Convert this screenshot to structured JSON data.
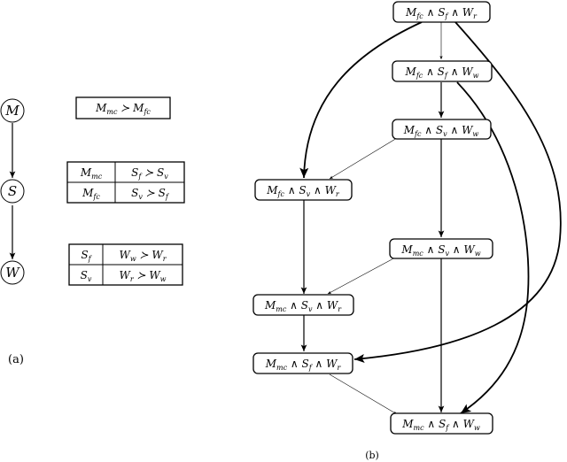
{
  "part_a": {
    "caption": "(a)",
    "variables": [
      {
        "id": "M",
        "label": "M"
      },
      {
        "id": "S",
        "label": "S"
      },
      {
        "id": "W",
        "label": "W"
      }
    ],
    "tables": [
      {
        "rows": [
          [
            "M_{mc} ≻ M_{fc}"
          ]
        ]
      },
      {
        "rows": [
          [
            "M_{mc}",
            "S_{f} ≻ S_{v}"
          ],
          [
            "M_{fc}",
            "S_{v} ≻ S_{f}"
          ]
        ]
      },
      {
        "rows": [
          [
            "S_{f}",
            "W_{w} ≻ W_{r}"
          ],
          [
            "S_{v}",
            "W_{r} ≻ W_{w}"
          ]
        ]
      }
    ]
  },
  "part_b": {
    "caption": "(b)",
    "nodes": [
      {
        "id": "n1",
        "label": "M_{fc} ∧ S_{f} ∧ W_{r}"
      },
      {
        "id": "n2",
        "label": "M_{fc} ∧ S_{f} ∧ W_{w}"
      },
      {
        "id": "n3",
        "label": "M_{fc} ∧ S_{v} ∧ W_{w}"
      },
      {
        "id": "n4",
        "label": "M_{fc} ∧ S_{v} ∧ W_{r}"
      },
      {
        "id": "n5",
        "label": "M_{mc} ∧ S_{v} ∧ W_{w}"
      },
      {
        "id": "n6",
        "label": "M_{mc} ∧ S_{v} ∧ W_{r}"
      },
      {
        "id": "n7",
        "label": "M_{mc} ∧ S_{f} ∧ W_{r}"
      },
      {
        "id": "n8",
        "label": "M_{mc} ∧ S_{f} ∧ W_{w}"
      }
    ],
    "edges": [
      {
        "from": "n1",
        "to": "n2",
        "style": "thin"
      },
      {
        "from": "n2",
        "to": "n3",
        "style": "med"
      },
      {
        "from": "n3",
        "to": "n4",
        "style": "thin"
      },
      {
        "from": "n3",
        "to": "n5",
        "style": "med"
      },
      {
        "from": "n4",
        "to": "n6",
        "style": "med"
      },
      {
        "from": "n5",
        "to": "n6",
        "style": "thin"
      },
      {
        "from": "n6",
        "to": "n7",
        "style": "med"
      },
      {
        "from": "n7",
        "to": "n8",
        "style": "thin"
      },
      {
        "from": "n5",
        "to": "n8",
        "style": "med"
      },
      {
        "from": "n1",
        "to": "n4",
        "style": "bold"
      },
      {
        "from": "n1",
        "to": "n7",
        "style": "bold"
      },
      {
        "from": "n2",
        "to": "n8",
        "style": "bold"
      }
    ]
  }
}
